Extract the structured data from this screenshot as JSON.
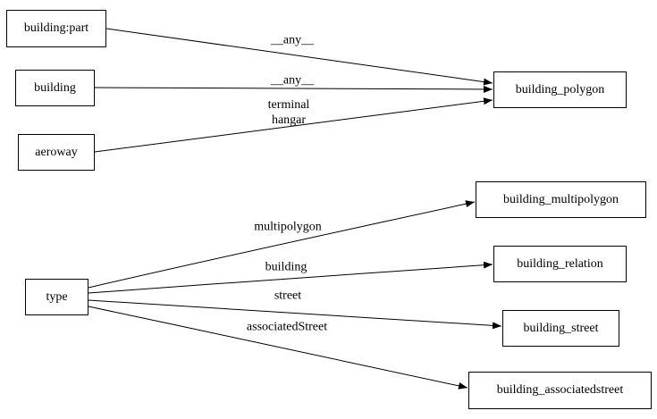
{
  "diagram": {
    "type": "directed-graph",
    "nodes": [
      {
        "id": "building:part",
        "label": "building:part"
      },
      {
        "id": "building",
        "label": "building"
      },
      {
        "id": "aeroway",
        "label": "aeroway"
      },
      {
        "id": "type",
        "label": "type"
      },
      {
        "id": "building_polygon",
        "label": "building_polygon"
      },
      {
        "id": "building_multipolygon",
        "label": "building_multipolygon"
      },
      {
        "id": "building_relation",
        "label": "building_relation"
      },
      {
        "id": "building_street",
        "label": "building_street"
      },
      {
        "id": "building_associatedstreet",
        "label": "building_associatedstreet"
      }
    ],
    "edges": [
      {
        "from": "building:part",
        "to": "building_polygon",
        "label": "__any__"
      },
      {
        "from": "building",
        "to": "building_polygon",
        "label": "__any__"
      },
      {
        "from": "aeroway",
        "to": "building_polygon",
        "label_lines": [
          "terminal",
          "hangar"
        ]
      },
      {
        "from": "type",
        "to": "building_multipolygon",
        "label": "multipolygon"
      },
      {
        "from": "type",
        "to": "building_relation",
        "label": "building"
      },
      {
        "from": "type",
        "to": "building_street",
        "label": "street"
      },
      {
        "from": "type",
        "to": "building_associatedstreet",
        "label": "associatedStreet"
      }
    ],
    "colors": {
      "background": "#ffffff",
      "node_fill": "#ffffff",
      "node_border": "#000000",
      "edge": "#000000",
      "text": "#000000"
    }
  }
}
